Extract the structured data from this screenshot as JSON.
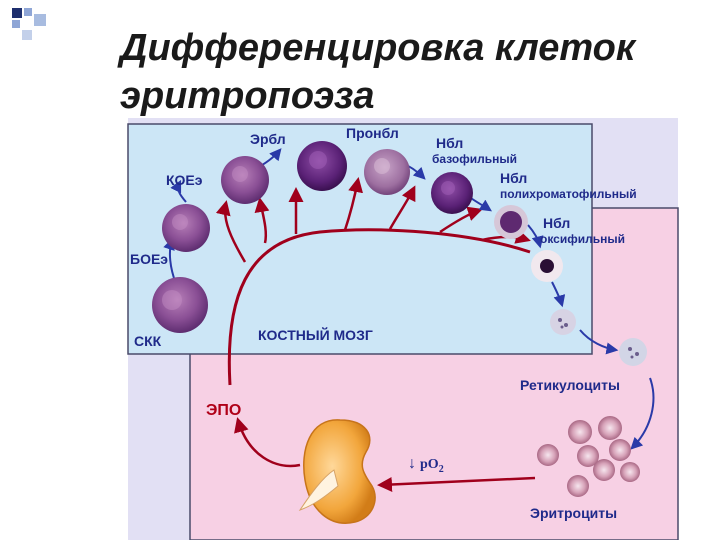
{
  "title": {
    "line1": "Дифференцировка клеток",
    "line2": "эритропоэза"
  },
  "labels": {
    "erbl": "Эрбл",
    "pronbl": "Пронбл",
    "nbl_baso_1": "Нбл",
    "nbl_baso_2": "базофильный",
    "nbl_poly_1": "Нбл",
    "nbl_poly_2": "полихроматофильный",
    "nbl_oxy_1": "Нбл",
    "nbl_oxy_2": "оксифильный",
    "koe": "КОЕэ",
    "boe": "БОЕэ",
    "skk": "СКК",
    "bone_marrow": "КОСТНЫЙ МОЗГ",
    "reticulocytes": "Ретикулоциты",
    "epo": "ЭПО",
    "po2_prefix": "pO",
    "po2_sub": "2",
    "erythrocytes": "Эритроциты"
  },
  "colors": {
    "marrow_bg": "#cce6f6",
    "blood_bg": "#f7d0e4",
    "outer_bg": "#e2e0f4",
    "label_blue": "#1f2a8a",
    "arrow_red": "#a0001c",
    "arrow_blue": "#2a3aa8"
  }
}
